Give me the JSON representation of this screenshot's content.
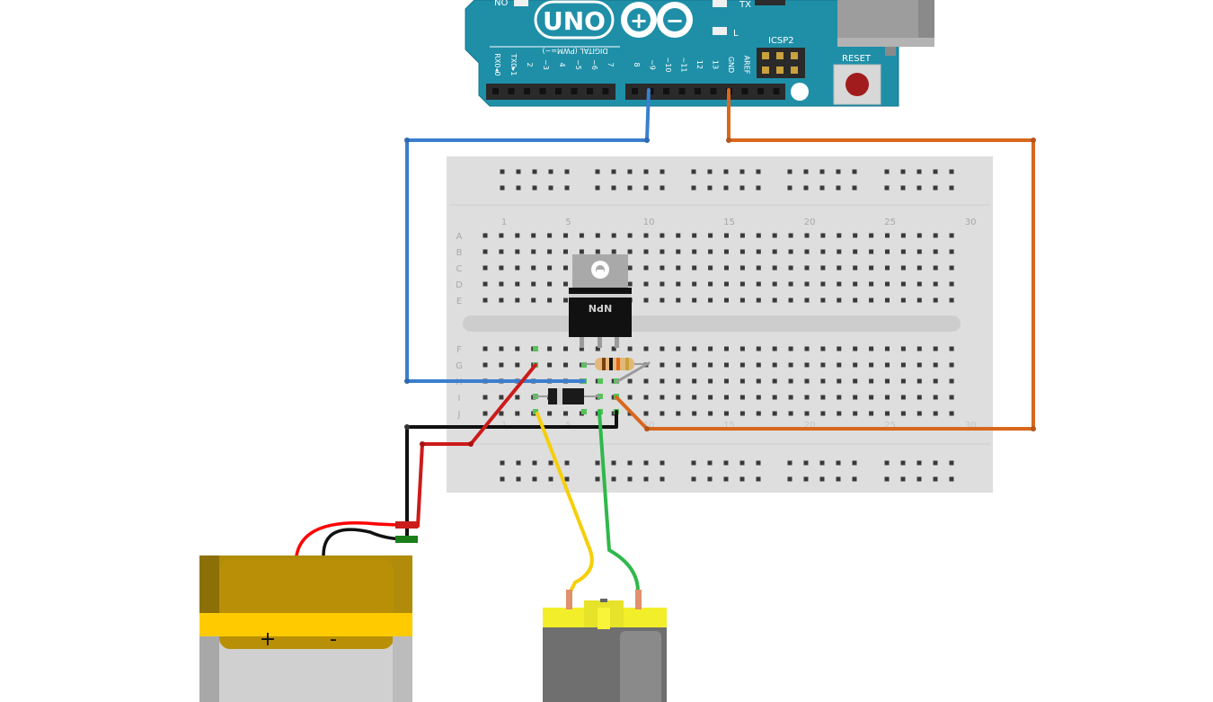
{
  "arduino": {
    "logo": "UNO",
    "infinity_plus": "+",
    "infinity_minus": "−",
    "led_on": "ON",
    "led_tx": "TX",
    "led_l": "L",
    "icsp_label": "ICSP2",
    "reset_label": "RESET",
    "digital_label": "DIGITAL (PWM=~)",
    "pin_labels_left": [
      "RX0◂0",
      "TX0▸1",
      "2",
      "~3",
      "4",
      "~5",
      "~6",
      "7"
    ],
    "pin_labels_right": [
      "8",
      "~9",
      "~10",
      "~11",
      "12",
      "13",
      "GND",
      "AREF"
    ],
    "board_color": "#1f8fa8"
  },
  "breadboard": {
    "column_numbers": [
      "1",
      "5",
      "10",
      "15",
      "20",
      "25",
      "30"
    ],
    "rows_top": [
      "A",
      "B",
      "C",
      "D",
      "E"
    ],
    "rows_bottom": [
      "F",
      "G",
      "H",
      "I",
      "J"
    ]
  },
  "transistor": {
    "label": "NPN"
  },
  "battery": {
    "plus": "+",
    "minus": "-"
  },
  "wire_colors": {
    "blue": "#3a7fd0",
    "orange": "#d9671c",
    "red": "#cc1b1b",
    "black": "#111111",
    "yellow": "#f5cf0a",
    "green": "#2fb84a",
    "gray": "#9a9a9a"
  }
}
